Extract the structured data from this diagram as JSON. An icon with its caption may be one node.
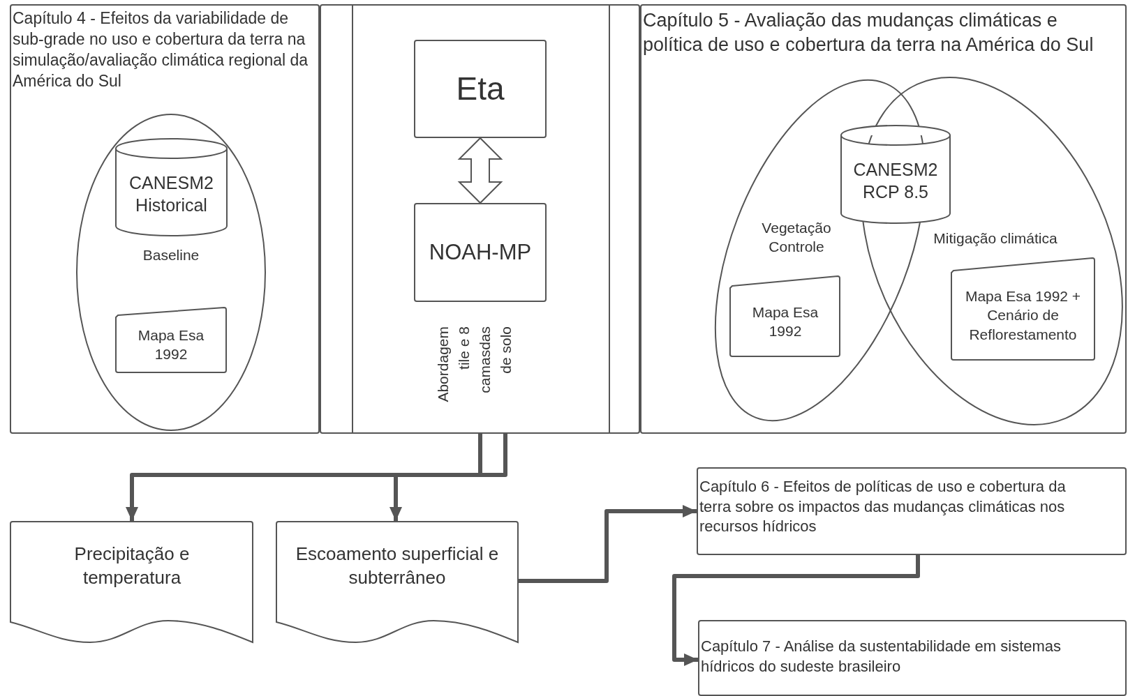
{
  "diagram": {
    "nodes": [
      {
        "text": [
          "Capítulo 4 - Efeitos da variabilidade de sub-grade no uso e cobertura da terra na simulação/avaliação climática regional da América do Sul"
        ]
      },
      {
        "text": [
          "Baseline"
        ],
        "in": 0
      },
      {
        "text": [
          "CANESM2 Historical"
        ],
        "in": 1
      },
      {
        "text": [
          "Mapa Esa 1992"
        ],
        "in": 1
      },
      {
        "text": [],
        "shape": "box"
      },
      {
        "text": [
          "Eta"
        ],
        "in": 4
      },
      {
        "text": [
          "NOAH-MP"
        ],
        "in": 4,
        "beside": [
          "Abordagem tile e 8 camasdas de solo"
        ]
      },
      {
        "text": [
          "Capítulo 5 - Avaliação das mudanças climáticas e política de uso e cobertura da terra na América do Sul"
        ]
      },
      {
        "text": [
          "Vegetação Controle"
        ],
        "in": 7
      },
      {
        "text": [
          "Mitigação climática"
        ],
        "in": 7
      },
      {
        "text": [
          "CANESM2 RCP 8.5"
        ],
        "in": 7
      },
      {
        "text": [
          "Mapa Esa 1992"
        ],
        "in": 8
      },
      {
        "text": [
          "Mapa Esa 1992 + Cenário de Reflorestamento"
        ],
        "in": 9
      },
      {
        "text": [
          "Precipitação e temperatura"
        ]
      },
      {
        "text": [
          "Escoamento superficial e subterrâneo"
        ]
      },
      {
        "text": [
          "Capítulo 6 - Efeitos de políticas de uso e cobertura da terra sobre os impactos das mudanças climáticas nos recursos hídricos"
        ]
      },
      {
        "text": [
          "Capítulo 7 - Análise da sustentabilidade em sistemas hídricos do sudeste brasileiro"
        ]
      }
    ],
    "edges": [
      {
        "from": 5,
        "to": 6,
        "arrow": "both"
      },
      {
        "from": 4,
        "to": 13,
        "arrow": "to"
      },
      {
        "from": 4,
        "to": 14,
        "arrow": "to"
      },
      {
        "from": 14,
        "to": 15,
        "arrow": "to"
      },
      {
        "from": 15,
        "to": 16,
        "arrow": "to"
      }
    ]
  }
}
